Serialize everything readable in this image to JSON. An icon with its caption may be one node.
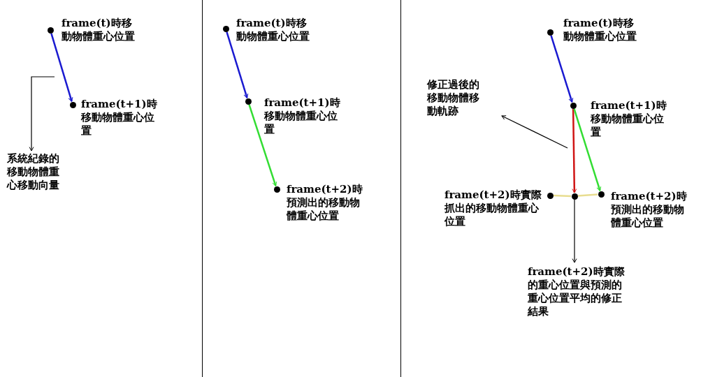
{
  "diagram": {
    "nodes": [
      {
        "text": [],
        "shape": "circle",
        "beside": [
          "frame(t)時移動物體重心位置"
        ]
      },
      {
        "text": [],
        "shape": "circle",
        "beside": [
          "frame(t+1)時移動物體重心位置"
        ]
      },
      {
        "text": [
          "系統紀錄的移動物體重心移動向量"
        ]
      },
      {
        "text": [],
        "shape": "circle",
        "beside": [
          "frame(t)時移動物體重心位置"
        ]
      },
      {
        "text": [],
        "shape": "circle",
        "beside": [
          "frame(t+1)時移動物體重心位置"
        ]
      },
      {
        "text": [],
        "shape": "circle",
        "beside": [
          "frame(t+2)時預測出的移動物體重心位置"
        ]
      },
      {
        "text": [],
        "shape": "circle",
        "beside": [
          "frame(t)時移動物體重心位置"
        ]
      },
      {
        "text": [
          "修正過後的移動物體移動軌跡"
        ]
      },
      {
        "text": [],
        "shape": "circle",
        "beside": [
          "frame(t+1)時移動物體重心位置"
        ]
      },
      {
        "text": [],
        "shape": "circle",
        "beside": [
          "frame(t+2)時實際抓出的移動物體重心位置"
        ]
      },
      {
        "text": [],
        "shape": "circle"
      },
      {
        "text": [],
        "shape": "circle",
        "beside": [
          "frame(t+2)時預測出的移動物體重心位置"
        ]
      },
      {
        "text": [
          "frame(t+2)時實際的重心位置與預測的重心位置平均的修正結果"
        ]
      }
    ],
    "edges": [
      {
        "from": 0,
        "to": 1,
        "arrow": "to",
        "color": "#1a1ad0"
      },
      {
        "from": null,
        "to": 2,
        "arrow": "to",
        "color": "#000000"
      },
      {
        "from": 3,
        "to": 4,
        "arrow": "to",
        "color": "#1a1ad0"
      },
      {
        "from": 4,
        "to": 5,
        "arrow": "to",
        "color": "#33dd33"
      },
      {
        "from": 6,
        "to": 8,
        "arrow": "to",
        "color": "#1a1ad0"
      },
      {
        "from": 8,
        "to": 10,
        "arrow": "to",
        "color": "#d01515"
      },
      {
        "from": 8,
        "to": 11,
        "arrow": "to",
        "color": "#33dd33"
      },
      {
        "from": null,
        "to": 7,
        "arrow": "to",
        "color": "#000000"
      },
      {
        "from": 9,
        "to": 10,
        "arrow": "none",
        "color": "#e8dd90"
      },
      {
        "from": 10,
        "to": 11,
        "arrow": "none",
        "color": "#e8dd90"
      },
      {
        "from": 10,
        "to": 12,
        "arrow": "to",
        "color": "#000000"
      }
    ]
  }
}
